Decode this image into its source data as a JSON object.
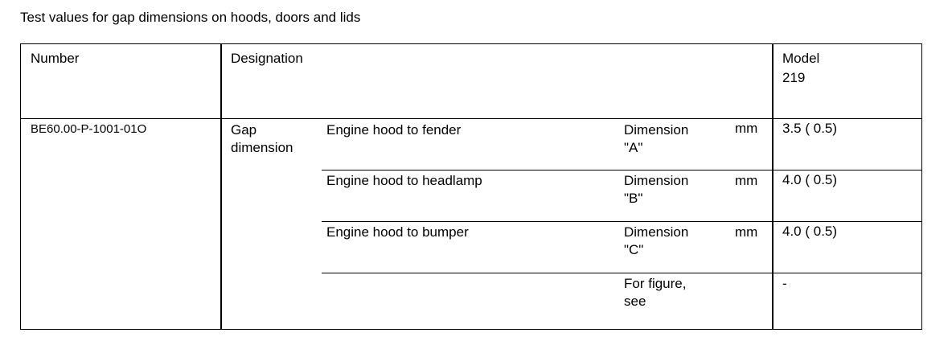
{
  "title": "Test values for gap dimensions on hoods, doors and lids",
  "header": {
    "number": "Number",
    "designation": "Designation",
    "model_line1": "Model",
    "model_line2": "219"
  },
  "row": {
    "number": "BE60.00-P-1001-01O",
    "group_line1": "Gap",
    "group_line2": "dimension",
    "items": [
      {
        "desc": "Engine hood to fender",
        "dim_line1": "Dimension",
        "dim_line2": "\"A\"",
        "unit": "mm",
        "value": "3.5 (   0.5)"
      },
      {
        "desc": "Engine hood to headlamp",
        "dim_line1": "Dimension",
        "dim_line2": "\"B\"",
        "unit": "mm",
        "value": "4.0 (   0.5)"
      },
      {
        "desc": "Engine hood to bumper",
        "dim_line1": "Dimension",
        "dim_line2": "\"C\"",
        "unit": "mm",
        "value": "4.0 (   0.5)"
      }
    ],
    "figure_line1": "For figure,",
    "figure_line2": "see",
    "figure_value": "-"
  }
}
